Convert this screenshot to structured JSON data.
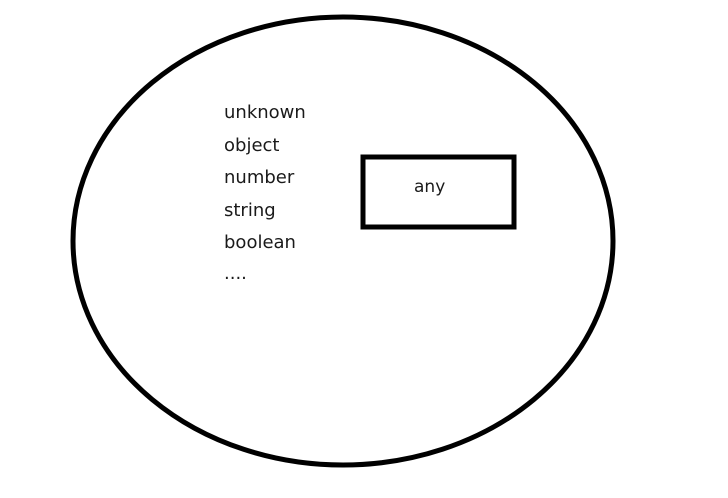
{
  "diagram": {
    "type_list": [
      "unknown",
      "object",
      "number",
      "string",
      "boolean",
      "...."
    ],
    "box_label": "any"
  },
  "colors": {
    "stroke": "#000000",
    "text": "#1a1a1a",
    "background": "#ffffff"
  }
}
